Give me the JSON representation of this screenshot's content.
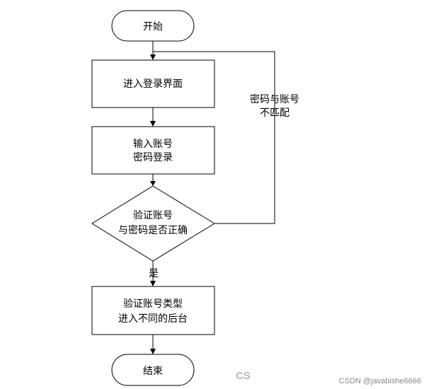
{
  "nodes": {
    "start": "开始",
    "login_page": "进入登录界面",
    "input_line1": "输入账号",
    "input_line2": "密码登录",
    "verify_line1": "验证账号",
    "verify_line2": "与密码是否正确",
    "route_line1": "验证账号类型",
    "route_line2": "进入不同的后台",
    "end": "结束"
  },
  "edges": {
    "yes_label": "是",
    "mismatch_line1": "密码与账号",
    "mismatch_line2": "不匹配"
  },
  "watermark": {
    "logo": "CS",
    "text": "CSDN @javabishe6666"
  }
}
